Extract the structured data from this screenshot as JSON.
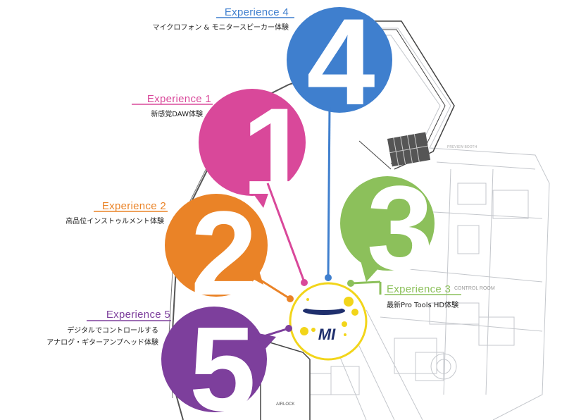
{
  "colors": {
    "exp1": "#d9489a",
    "exp2": "#ea8327",
    "exp3": "#8cc05b",
    "exp4": "#3f7fce",
    "exp5": "#7d3f9c",
    "logo_yellow": "#f2d51a",
    "logo_navy": "#1f2f6d",
    "floorplan_line": "#bfc3c8"
  },
  "experiences": [
    {
      "id": "exp1",
      "title": "Experience 1",
      "subtitle": "新感覚DAW体験",
      "number": "1",
      "color": "#d9489a"
    },
    {
      "id": "exp2",
      "title": "Experience 2",
      "subtitle": "高品位インストゥルメント体験",
      "number": "2",
      "color": "#ea8327"
    },
    {
      "id": "exp3",
      "title": "Experience 3",
      "subtitle": "最新Pro Tools HD体験",
      "number": "3",
      "color": "#8cc05b"
    },
    {
      "id": "exp4",
      "title": "Experience 4",
      "subtitle": "マイクロフォン & モニタースピーカー体験",
      "number": "4",
      "color": "#3f7fce"
    },
    {
      "id": "exp5",
      "title": "Experience 5",
      "subtitle_line1": "デジタルでコントロールする",
      "subtitle_line2": "アナログ・ギターアンプヘッド体験",
      "number": "5",
      "color": "#7d3f9c"
    }
  ],
  "logo": {
    "text": "MI"
  },
  "floorplan": {
    "control_room": "CONTROL ROOM",
    "airlock": "AIRLOCK",
    "booth": "PREVIEW BOOTH"
  }
}
